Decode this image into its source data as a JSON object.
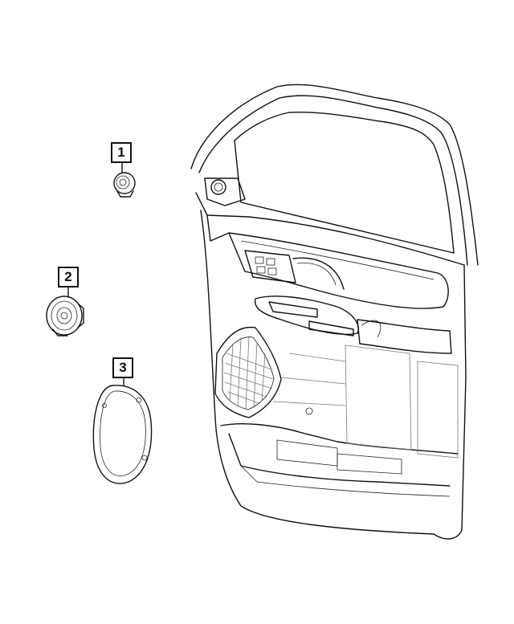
{
  "diagram": {
    "callouts": [
      {
        "label": "1",
        "part": "tweeter-speaker"
      },
      {
        "label": "2",
        "part": "midrange-speaker"
      },
      {
        "label": "3",
        "part": "speaker-adapter-ring"
      }
    ],
    "line_color": "#111111",
    "background": "#ffffff"
  }
}
